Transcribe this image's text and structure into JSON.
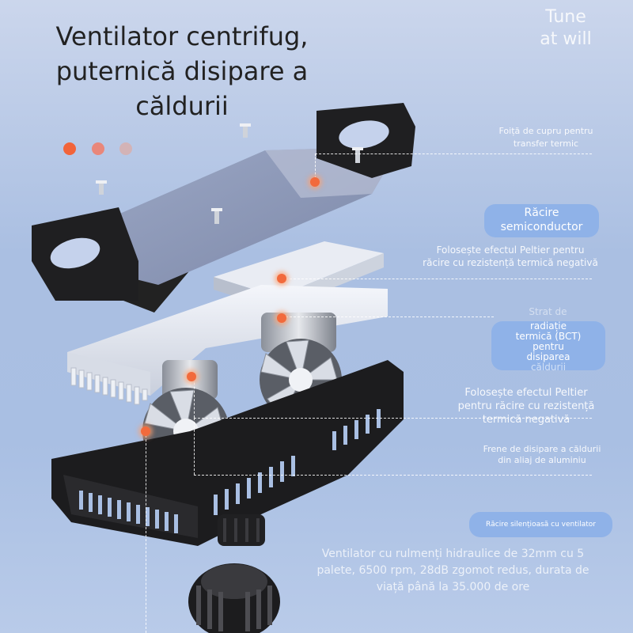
{
  "headline": {
    "line1": "Ventilator centrifug,",
    "line2": "puternică disipare a",
    "line3": "căldurii"
  },
  "tune": {
    "line1": "Tune",
    "line2": "at will"
  },
  "dots": {
    "colors": [
      "#f2643a",
      "#e9877a",
      "#d3b3b6"
    ]
  },
  "labels": {
    "copper": {
      "line1": "Foiță de cupru pentru",
      "line2": "transfer termic"
    },
    "semiconductor_pill": {
      "line1": "Răcire",
      "line2": "semiconductor"
    },
    "peltier_top": {
      "line1": "Folosește efectul Peltier pentru",
      "line2": "răcire cu rezistență termică negativă"
    },
    "bct_ghost": "Strat de",
    "bct_pill": {
      "line1": "radiație",
      "line2": "termică (BCT)",
      "line3": "pentru",
      "line4": "disiparea",
      "line5": "căldurii"
    },
    "peltier_mid": {
      "line1": "Folosește efectul Peltier",
      "line2": "pentru răcire cu rezistență",
      "line3": "termică negativă"
    },
    "aluminium": {
      "line1": "Frene de disipare a căldurii",
      "line2": "din aliaj de aluminiu"
    },
    "fan_pill": "Răcire silențioasă cu ventilator",
    "fan_desc": {
      "line1": "Ventilator cu rulmenți hidraulice de 32mm cu 5",
      "line2": "palete, 6500 rpm, 28dB zgomot redus, durata de",
      "line3": "viață până la 35.000 de ore"
    }
  },
  "colors": {
    "accent": "#f26a3c",
    "pill_fill": "#8fb2e8",
    "housing": "#1c1c1e"
  }
}
